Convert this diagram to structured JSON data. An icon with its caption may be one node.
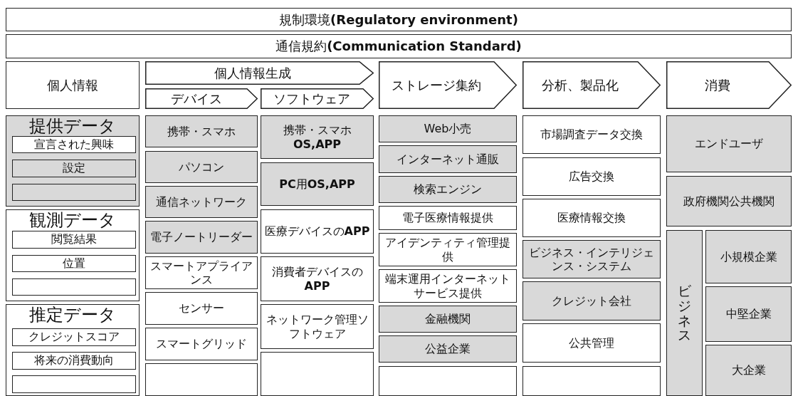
{
  "diagram": {
    "nodes": [
      {
        "text": [
          "規制環境**(Regulatory environment)**"
        ]
      },
      {
        "text": [
          "通信規約**(Communication Standard)**"
        ]
      },
      {
        "text": [
          "個人情報"
        ]
      },
      {
        "text": [
          "個人情報生成"
        ]
      },
      {
        "text": [
          "デバイス"
        ]
      },
      {
        "text": [
          "ソフトウェア"
        ]
      },
      {
        "text": [
          "ストレージ集約"
        ]
      },
      {
        "text": [
          "分析、製品化"
        ]
      },
      {
        "text": [
          "消費"
        ]
      },
      {
        "text": [
          "提供データ"
        ]
      },
      {
        "text": [
          "宣言された興味"
        ],
        "in": 9
      },
      {
        "text": [
          "設定"
        ],
        "in": 9
      },
      {
        "text": [],
        "shape": "box",
        "in": 9
      },
      {
        "text": [
          "観測データ"
        ]
      },
      {
        "text": [
          "閲覧結果"
        ],
        "in": 13
      },
      {
        "text": [
          "位置"
        ],
        "in": 13
      },
      {
        "text": [],
        "shape": "box",
        "in": 13
      },
      {
        "text": [
          "推定データ"
        ]
      },
      {
        "text": [
          "クレジットスコア"
        ],
        "in": 17
      },
      {
        "text": [
          "将来の消費動向"
        ],
        "in": 17
      },
      {
        "text": [],
        "shape": "box",
        "in": 17
      },
      {
        "text": [
          "携帯・スマホ"
        ]
      },
      {
        "text": [
          "パソコン"
        ]
      },
      {
        "text": [
          "通信ネットワーク"
        ]
      },
      {
        "text": [
          "電子ノートリーダー"
        ]
      },
      {
        "text": [
          "スマートアプライアンス"
        ]
      },
      {
        "text": [
          "センサー"
        ]
      },
      {
        "text": [
          "スマートグリッド"
        ]
      },
      {
        "text": [],
        "shape": "box"
      },
      {
        "text": [
          "携帯・スマホ**OS,APP**"
        ]
      },
      {
        "text": [
          "**PC**用**OS,APP**"
        ]
      },
      {
        "text": [
          "医療デバイスの**APP**"
        ]
      },
      {
        "text": [
          "消費者デバイスの**APP**"
        ]
      },
      {
        "text": [
          "ネットワーク管理ソフトウェア"
        ]
      },
      {
        "text": [],
        "shape": "box"
      },
      {
        "text": [
          "Web小売"
        ]
      },
      {
        "text": [
          "インターネット通販"
        ]
      },
      {
        "text": [
          "検索エンジン"
        ]
      },
      {
        "text": [
          "電子医療情報提供"
        ]
      },
      {
        "text": [
          "アイデンティティ管理提供"
        ]
      },
      {
        "text": [
          "端末運用インターネットサービス提供"
        ]
      },
      {
        "text": [
          "金融機関"
        ]
      },
      {
        "text": [
          "公益企業"
        ]
      },
      {
        "text": [],
        "shape": "box"
      },
      {
        "text": [
          "市場調査データ交換"
        ]
      },
      {
        "text": [
          "広告交換"
        ]
      },
      {
        "text": [
          "医療情報交換"
        ]
      },
      {
        "text": [
          "ビジネス・インテリジェンス・システム"
        ]
      },
      {
        "text": [
          "クレジット会社"
        ]
      },
      {
        "text": [
          "公共管理"
        ]
      },
      {
        "text": [],
        "shape": "box"
      },
      {
        "text": [
          "エンドユーザ"
        ]
      },
      {
        "text": [
          "政府機関公共機関"
        ]
      },
      {
        "text": [
          "ビジネス"
        ]
      },
      {
        "text": [
          "小規模企業"
        ]
      },
      {
        "text": [
          "中堅企業"
        ]
      },
      {
        "text": [
          "大企業"
        ]
      }
    ]
  }
}
